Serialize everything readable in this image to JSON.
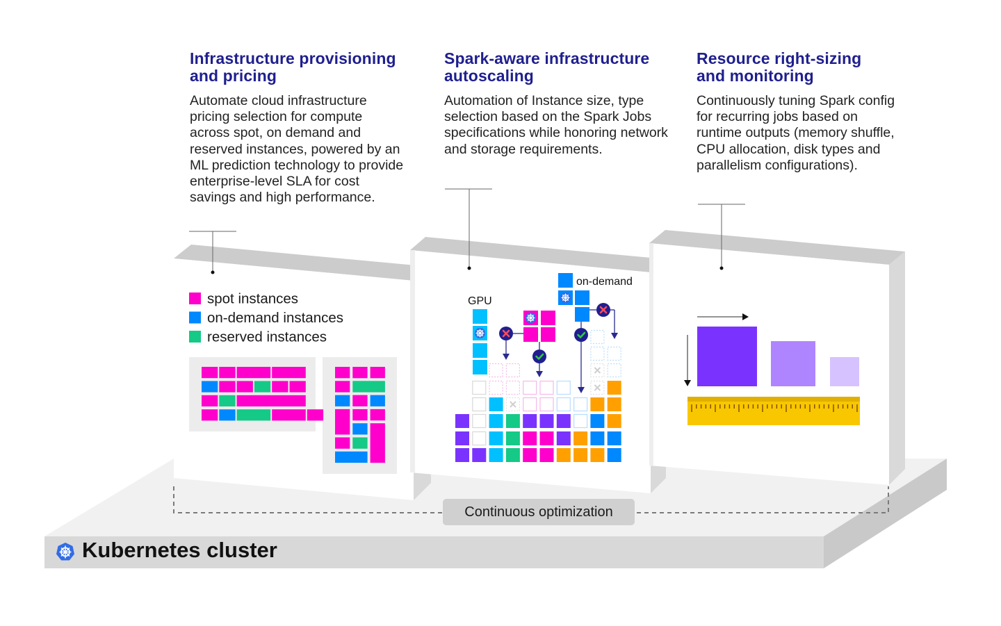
{
  "colors": {
    "heading": "#1f1f8f",
    "spot": "#ff00cc",
    "on_demand": "#0088ff",
    "reserved": "#15c987",
    "gpu": "#00c0ff",
    "purple": "#7a33ff",
    "orange": "#ffa000",
    "ruler": "#f9c700",
    "size_large": "#7a33ff",
    "size_medium": "#ae85ff",
    "size_small": "#d6c2ff",
    "check": "#2ecc40",
    "cross": "#ff4b5c",
    "badge_circle": "#1f1f8f"
  },
  "columns": [
    {
      "title": "Infrastructure provisioning and pricing",
      "description": "Automate cloud infrastructure pricing selection for compute across spot, on demand and reserved instances, powered by an ML prediction technology to provide enterprise-level SLA for cost savings and high performance."
    },
    {
      "title": "Spark-aware infrastructure autoscaling",
      "description": "Automation of Instance size, type selection based on the Spark Jobs specifications while honoring network and storage requirements."
    },
    {
      "title": "Resource right-sizing and monitoring",
      "description": "Continuously tuning Spark config for recurring jobs based on runtime outputs (memory shuffle, CPU allocation, disk types and parallelism configurations)."
    }
  ],
  "panel1": {
    "legend": [
      {
        "label": "spot instances",
        "color_key": "spot"
      },
      {
        "label": "on-demand instances",
        "color_key": "on_demand"
      },
      {
        "label": "reserved instances",
        "color_key": "reserved"
      }
    ],
    "grid_a_rows": [
      [
        [
          "S",
          1
        ],
        [
          "S",
          1
        ],
        [
          "S",
          2
        ],
        [
          "S",
          2
        ]
      ],
      [
        [
          "D",
          1
        ],
        [
          "S",
          1
        ],
        [
          "S",
          1
        ],
        [
          "R",
          1
        ],
        [
          "S",
          1
        ],
        [
          "S",
          1
        ]
      ],
      [
        [
          "S",
          1
        ],
        [
          "R",
          1
        ],
        [
          "S",
          4
        ]
      ],
      [
        [
          "S",
          1
        ],
        [
          "D",
          1
        ],
        [
          "R",
          2
        ],
        [
          "S",
          2
        ],
        [
          "S",
          1
        ]
      ]
    ],
    "grid_b_cells": [
      {
        "c": 0,
        "r": 0,
        "w": 1,
        "h": 1,
        "t": "S"
      },
      {
        "c": 1,
        "r": 0,
        "w": 1,
        "h": 1,
        "t": "S"
      },
      {
        "c": 2,
        "r": 0,
        "w": 1,
        "h": 1,
        "t": "S"
      },
      {
        "c": 0,
        "r": 1,
        "w": 1,
        "h": 1,
        "t": "S"
      },
      {
        "c": 1,
        "r": 1,
        "w": 2,
        "h": 1,
        "t": "R"
      },
      {
        "c": 0,
        "r": 2,
        "w": 1,
        "h": 1,
        "t": "D"
      },
      {
        "c": 1,
        "r": 2,
        "w": 1,
        "h": 1,
        "t": "S"
      },
      {
        "c": 2,
        "r": 2,
        "w": 1,
        "h": 1,
        "t": "D"
      },
      {
        "c": 0,
        "r": 3,
        "w": 1,
        "h": 2,
        "t": "S"
      },
      {
        "c": 1,
        "r": 3,
        "w": 1,
        "h": 1,
        "t": "S"
      },
      {
        "c": 2,
        "r": 3,
        "w": 1,
        "h": 1,
        "t": "S"
      },
      {
        "c": 1,
        "r": 4,
        "w": 1,
        "h": 1,
        "t": "D"
      },
      {
        "c": 2,
        "r": 4,
        "w": 1,
        "h": 3,
        "t": "S"
      },
      {
        "c": 0,
        "r": 5,
        "w": 1,
        "h": 1,
        "t": "S"
      },
      {
        "c": 1,
        "r": 5,
        "w": 1,
        "h": 1,
        "t": "R"
      },
      {
        "c": 0,
        "r": 6,
        "w": 2,
        "h": 1,
        "t": "D"
      }
    ]
  },
  "panel2": {
    "gpu_label": "GPU",
    "on_demand_label": "on-demand",
    "stack_rows": [
      [
        "P",
        "E",
        "G",
        "R",
        "P",
        "P",
        "P",
        "Eb",
        "D",
        "O"
      ],
      [
        "P",
        "E",
        "G",
        "R",
        "S",
        "S",
        "P",
        "O",
        "D",
        "D"
      ],
      [
        "P",
        "P",
        "G",
        "R",
        "S",
        "S",
        "O",
        "O",
        "O",
        "D"
      ]
    ]
  },
  "panel3": {
    "sizes": [
      "large",
      "medium",
      "small"
    ]
  },
  "footer": {
    "continuous_optimization": "Continuous optimization",
    "cluster_label": "Kubernetes cluster"
  }
}
